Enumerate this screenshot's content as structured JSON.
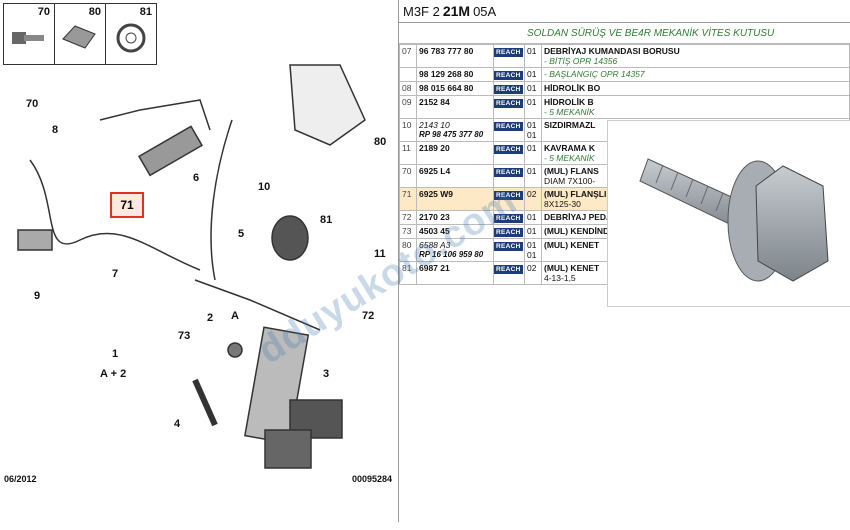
{
  "diagram": {
    "thumb_labels": [
      "70",
      "80",
      "81"
    ],
    "labels": [
      "70",
      "8",
      "6",
      "7",
      "9",
      "1",
      "A + 2",
      "2",
      "3",
      "4",
      "5",
      "10",
      "11",
      "72",
      "73",
      "80",
      "81",
      "A",
      "71"
    ],
    "date": "06/2012",
    "code": "00095284"
  },
  "header": {
    "prefix": "M3F 2",
    "bold": "21M",
    "suffix": "05A",
    "subtitle": "SOLDAN SÜRÜŞ VE BE4R MEKANİK VİTES KUTUSU"
  },
  "reach_label": "REACH",
  "rows": [
    {
      "index": "07",
      "ref": "96 783 777 80",
      "qty": "01",
      "desc": "DEBRİYAJ KUMANDASI BORUSU",
      "note": "- BİTİŞ OPR 14356"
    },
    {
      "index": "",
      "ref": "98 129 268 80",
      "qty": "01",
      "desc": "",
      "note": "- BAŞLANGIÇ OPR 14357"
    },
    {
      "index": "08",
      "ref": "98 015 664 80",
      "qty": "01",
      "desc": "HİDROLİK BO",
      "note": ""
    },
    {
      "index": "09",
      "ref": "2152 84",
      "qty": "01",
      "desc": "HİDROLİK B",
      "note": "- 5 MEKANİK"
    },
    {
      "index": "10",
      "ref": "2143 10",
      "qty": "01",
      "desc": "SIZDIRMAZL",
      "note": "",
      "rp": "RP 98 475 377 80",
      "qty2": "01"
    },
    {
      "index": "11",
      "ref": "2189 20",
      "qty": "01",
      "desc": "KAVRAMA K",
      "note": "- 5 MEKANİK"
    },
    {
      "index": "70",
      "ref": "6925 L4",
      "qty": "01",
      "desc": "(MUL) FLANS",
      "note": "DIAM 7X100-"
    },
    {
      "index": "71",
      "ref": "6925 W9",
      "qty": "02",
      "desc": "(MUL) FLANŞLI VİDA",
      "note": "8X125-30",
      "highlight": true
    },
    {
      "index": "72",
      "ref": "2170 23",
      "qty": "01",
      "desc": "DEBRİYAJ PEDALI MİLİ CIVATASI",
      "note": ""
    },
    {
      "index": "73",
      "ref": "4503 45",
      "qty": "01",
      "desc": "(MUL) KENDİNDEN KİLİTLML SOMUN",
      "note": ""
    },
    {
      "index": "80",
      "ref": "6588 A3",
      "qty": "01",
      "desc": "(MUL) KENET",
      "note": "",
      "rp": "RP 16 106 959 80",
      "qty2": "01"
    },
    {
      "index": "81",
      "ref": "6987 21",
      "qty": "02",
      "desc": "(MUL) KENET",
      "note": "4-13-1,5"
    }
  ],
  "watermark": "dduyukoto.com"
}
